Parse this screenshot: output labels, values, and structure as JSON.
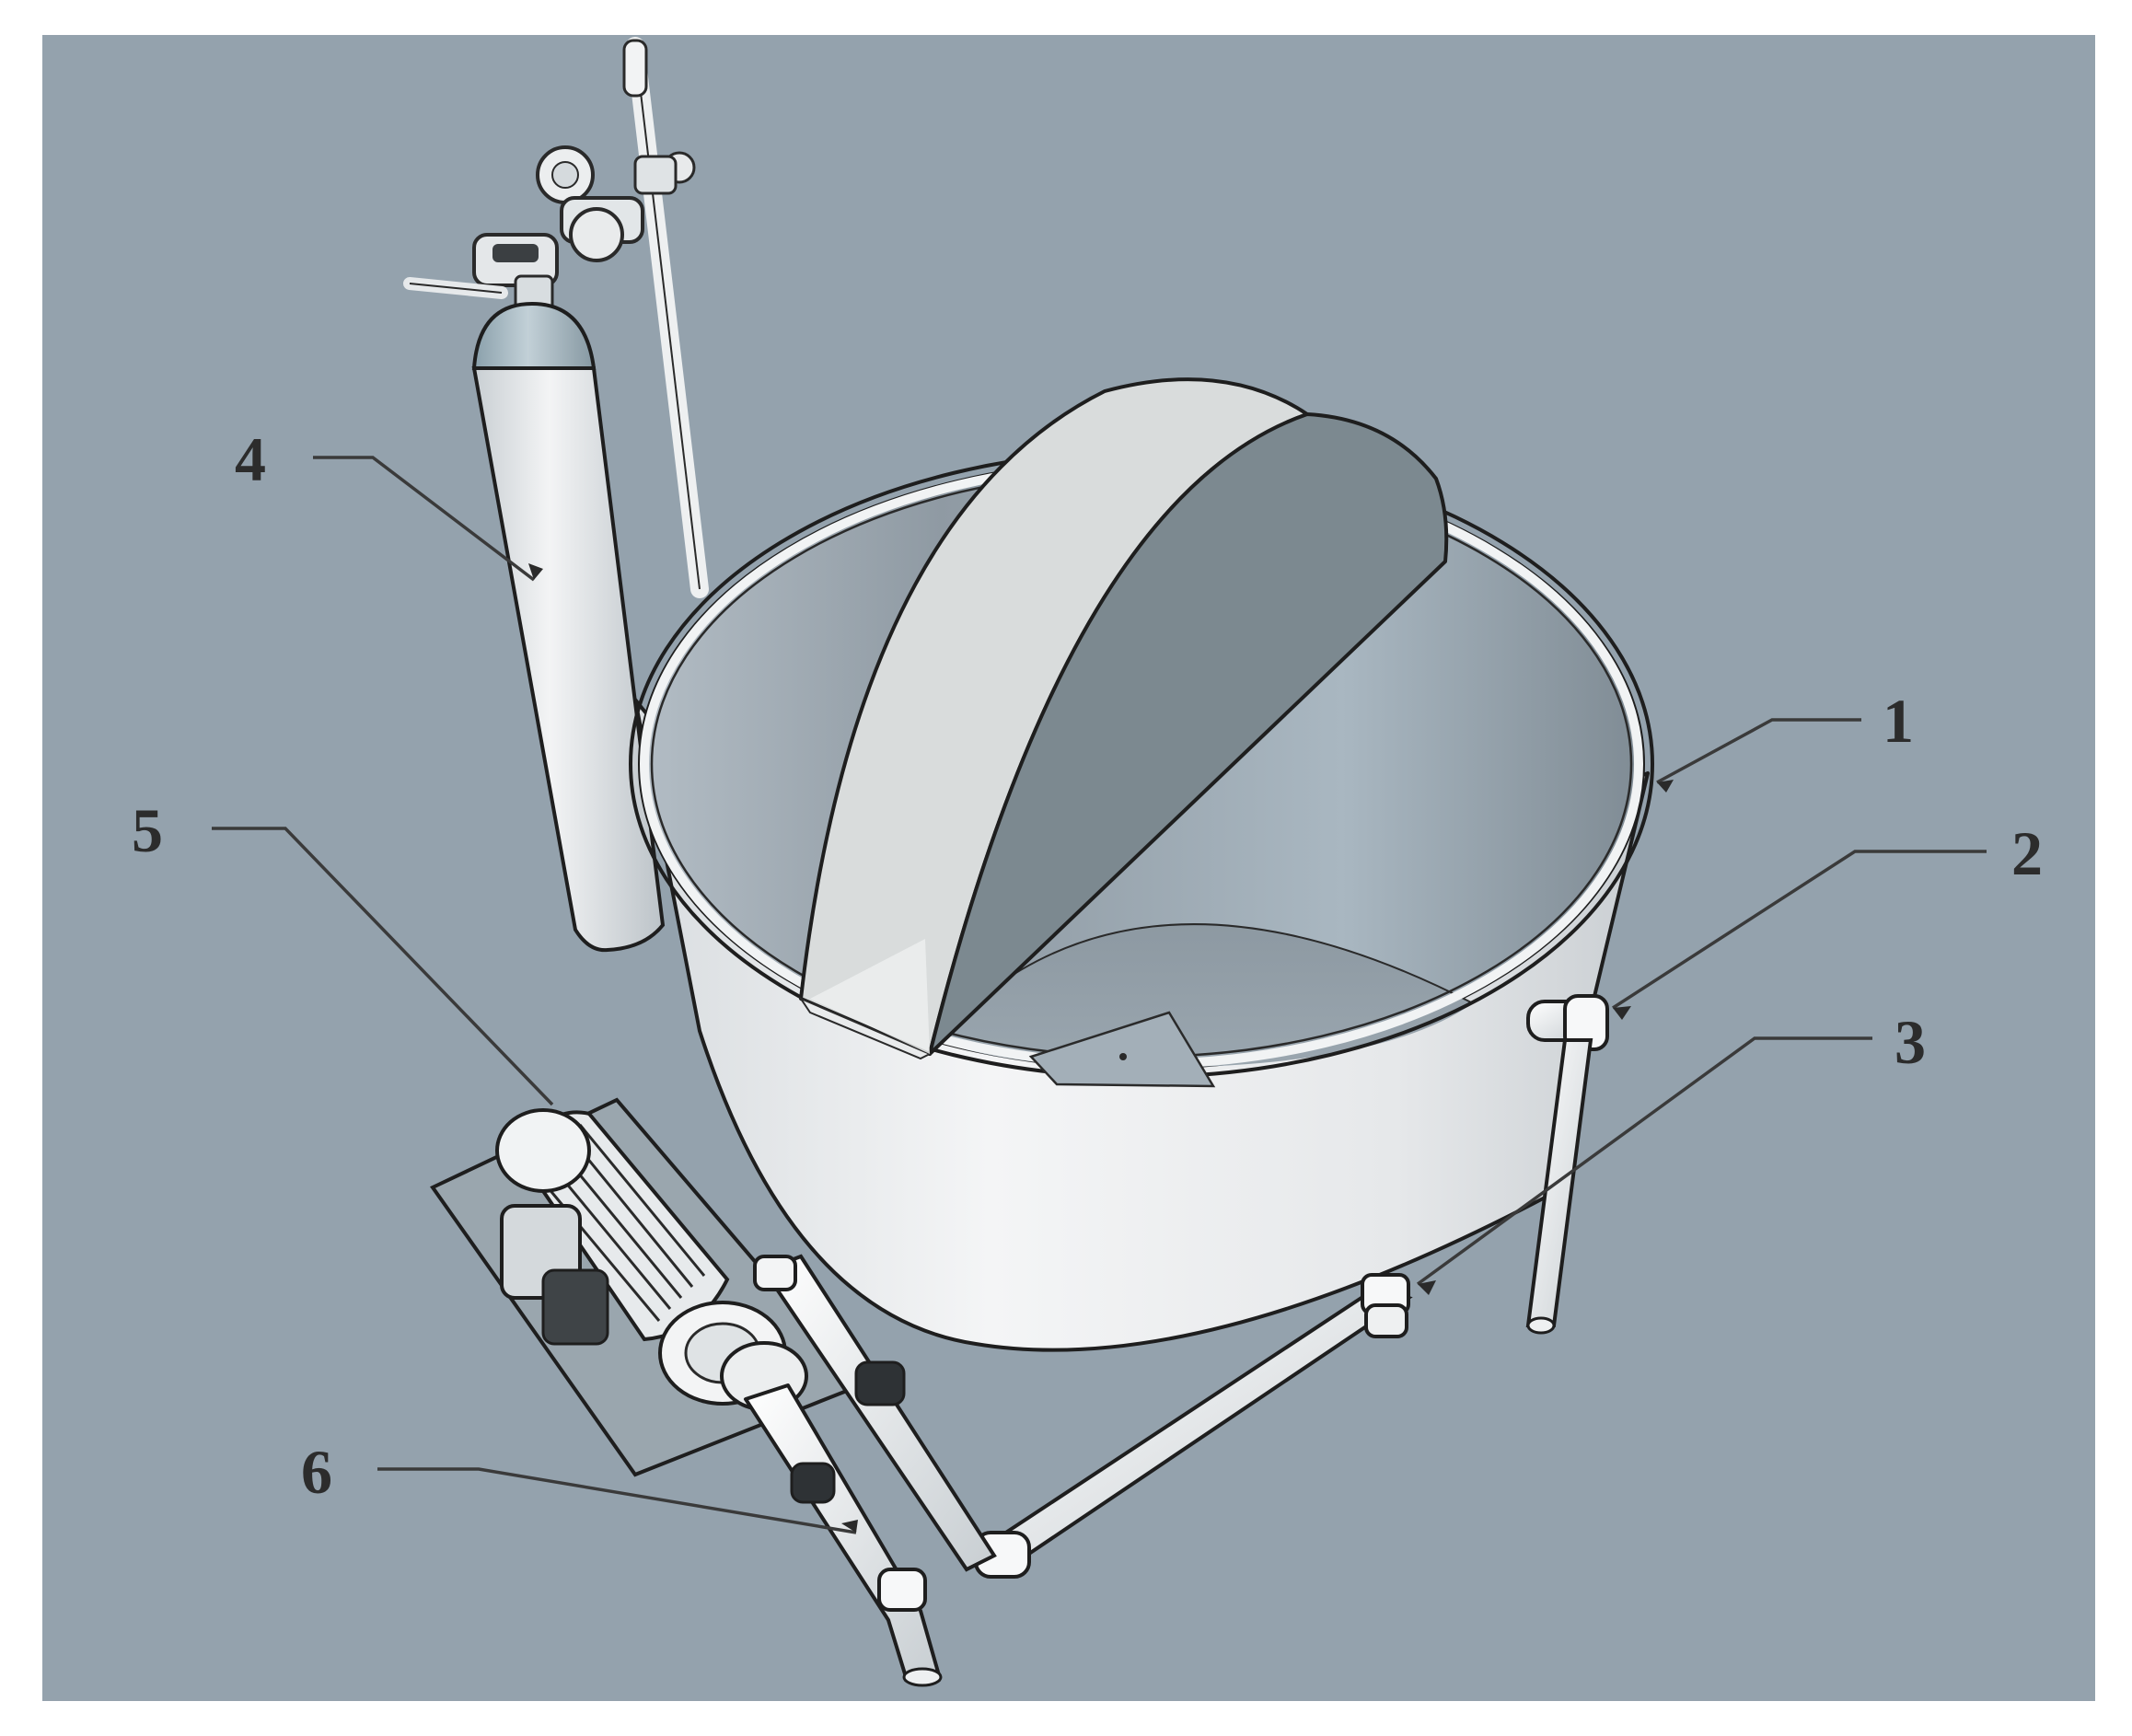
{
  "figure": {
    "background_color": "#ffffff",
    "panel_color": "#94a2ad",
    "labels": [
      {
        "id": "1",
        "text": "1"
      },
      {
        "id": "2",
        "text": "2"
      },
      {
        "id": "3",
        "text": "3"
      },
      {
        "id": "4",
        "text": "4"
      },
      {
        "id": "5",
        "text": "5"
      },
      {
        "id": "6",
        "text": "6"
      }
    ],
    "components": [
      {
        "id": "tank",
        "icon": "cylindrical-tank",
        "label_ref": "1"
      },
      {
        "id": "upper-outlet",
        "icon": "pipe-elbow",
        "label_ref": "2"
      },
      {
        "id": "lower-inlet",
        "icon": "pipe-fitting",
        "label_ref": "3"
      },
      {
        "id": "gas-cylinder",
        "icon": "gas-cylinder-with-regulator",
        "label_ref": "4"
      },
      {
        "id": "pump-motor",
        "icon": "electric-motor-pump",
        "label_ref": "5"
      },
      {
        "id": "discharge-pipe",
        "icon": "pipe",
        "label_ref": "6"
      },
      {
        "id": "divider-baffles",
        "icon": "semicircular-plates"
      },
      {
        "id": "gas-diffuser",
        "icon": "diffuser-plate"
      },
      {
        "id": "gas-lance",
        "icon": "gas-tube"
      }
    ]
  }
}
